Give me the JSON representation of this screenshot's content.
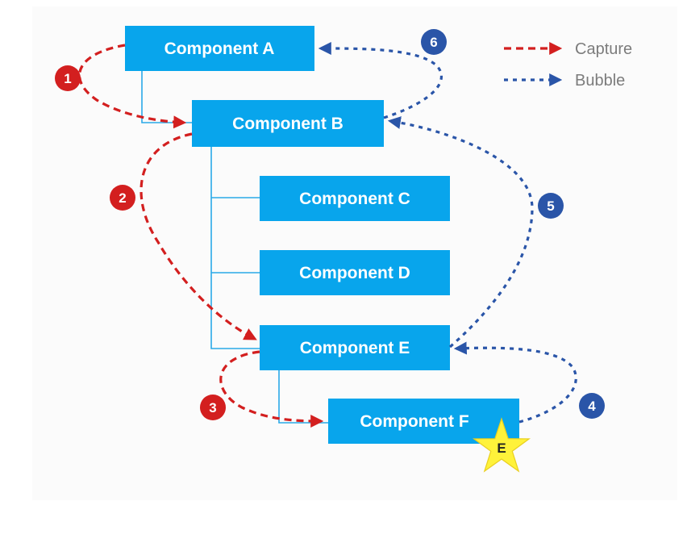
{
  "components": [
    {
      "id": "a",
      "label": "Component A"
    },
    {
      "id": "b",
      "label": "Component B"
    },
    {
      "id": "c",
      "label": "Component C"
    },
    {
      "id": "d",
      "label": "Component D"
    },
    {
      "id": "e",
      "label": "Component E"
    },
    {
      "id": "f",
      "label": "Component F"
    }
  ],
  "steps": [
    {
      "label": "1",
      "phase": "capture"
    },
    {
      "label": "2",
      "phase": "capture"
    },
    {
      "label": "3",
      "phase": "capture"
    },
    {
      "label": "4",
      "phase": "bubble"
    },
    {
      "label": "5",
      "phase": "bubble"
    },
    {
      "label": "6",
      "phase": "bubble"
    }
  ],
  "legend": {
    "capture_label": "Capture",
    "bubble_label": "Bubble"
  },
  "event_marker": {
    "label": "E",
    "icon": "star-icon",
    "color": "#fff23a"
  },
  "colors": {
    "component": "#08a5ec",
    "tree_line": "#2aa9e8",
    "capture": "#d31f1f",
    "bubble": "#2a55a8"
  }
}
